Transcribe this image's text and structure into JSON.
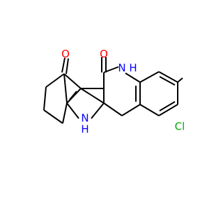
{
  "molecule": {
    "atoms": [
      {
        "id": "O1",
        "label": "O",
        "color": "#ff0000"
      },
      {
        "id": "O2",
        "label": "O",
        "color": "#ff0000"
      },
      {
        "id": "N1",
        "label": "H",
        "color": "#0000ff"
      },
      {
        "id": "N1b",
        "label": "N",
        "color": "#0000ff"
      },
      {
        "id": "N2",
        "label": "N",
        "color": "#0000ff"
      },
      {
        "id": "N2b",
        "label": "H",
        "color": "#0000ff"
      },
      {
        "id": "Cl",
        "label": "Cl",
        "color": "#00aa00"
      }
    ]
  },
  "colors": {
    "bond": "#000000",
    "oxygen": "#ff0000",
    "nitrogen": "#0000ff",
    "chlorine": "#00aa00",
    "background": "#ffffff"
  }
}
